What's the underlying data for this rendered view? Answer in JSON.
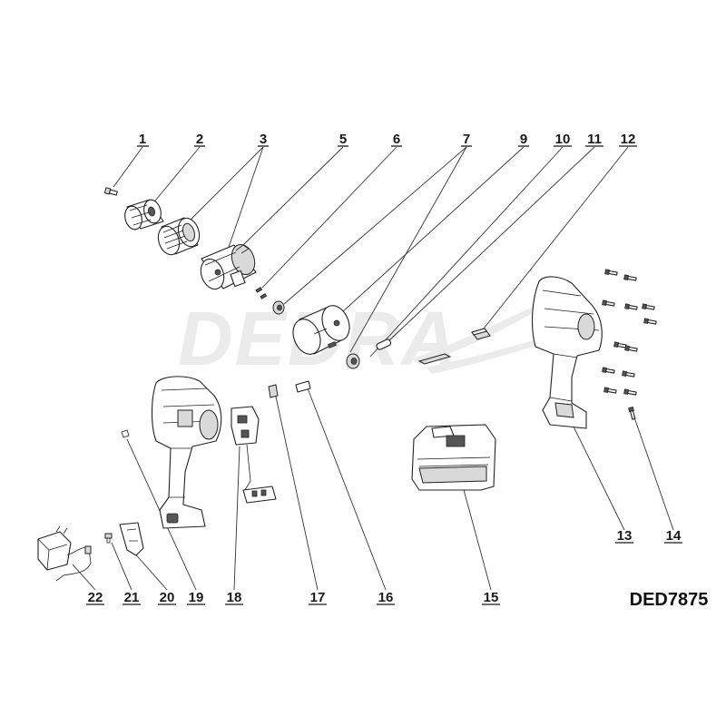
{
  "watermark": "DEDRA",
  "model": "DED7875",
  "labels": [
    "1",
    "2",
    "3",
    "5",
    "6",
    "7",
    "9",
    "10",
    "11",
    "12",
    "13",
    "14",
    "15",
    "16",
    "17",
    "18",
    "19",
    "20",
    "21",
    "22"
  ],
  "colors": {
    "ink": "#1a1a1a",
    "watermark": "#ebebeb",
    "background": "#ffffff"
  }
}
